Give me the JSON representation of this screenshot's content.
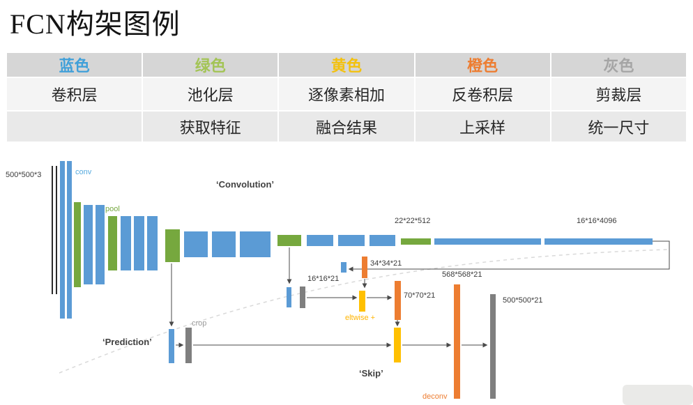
{
  "title": "FCN构架图例",
  "legend_table": {
    "columns": [
      {
        "header": "蓝色",
        "color": "#41a0d9",
        "row1": "卷积层",
        "row2": ""
      },
      {
        "header": "绿色",
        "color": "#a3c455",
        "row1": "池化层",
        "row2": "获取特征"
      },
      {
        "header": "黄色",
        "color": "#f3c10e",
        "row1": "逐像素相加",
        "row2": "融合结果"
      },
      {
        "header": "橙色",
        "color": "#ed7d31",
        "row1": "反卷积层",
        "row2": "上采样"
      },
      {
        "header": "灰色",
        "color": "#a5a5a5",
        "row1": "剪裁层",
        "row2": "统一尺寸"
      }
    ]
  },
  "diagram": {
    "colors": {
      "conv_blue": "#5b9bd5",
      "pool_green": "#76a83e",
      "eltwise_yellow": "#ffc000",
      "deconv_orange": "#ed7d31",
      "crop_gray": "#7f7f7f"
    },
    "labels": {
      "input_dim": "500*500*3",
      "conv": "conv",
      "pool": "pool",
      "convolution": "‘Convolution’",
      "dim_22_512": "22*22*512",
      "dim_16_4096": "16*16*4096",
      "dim_16_21": "16*16*21",
      "dim_34_21": "34*34*21",
      "dim_70_21": "70*70*21",
      "dim_568_21": "568*568*21",
      "dim_500_21": "500*500*21",
      "crop": "crop",
      "eltwise": "eltwise +",
      "prediction": "‘Prediction’",
      "skip": "‘Skip’",
      "deconv": "deconv"
    }
  }
}
